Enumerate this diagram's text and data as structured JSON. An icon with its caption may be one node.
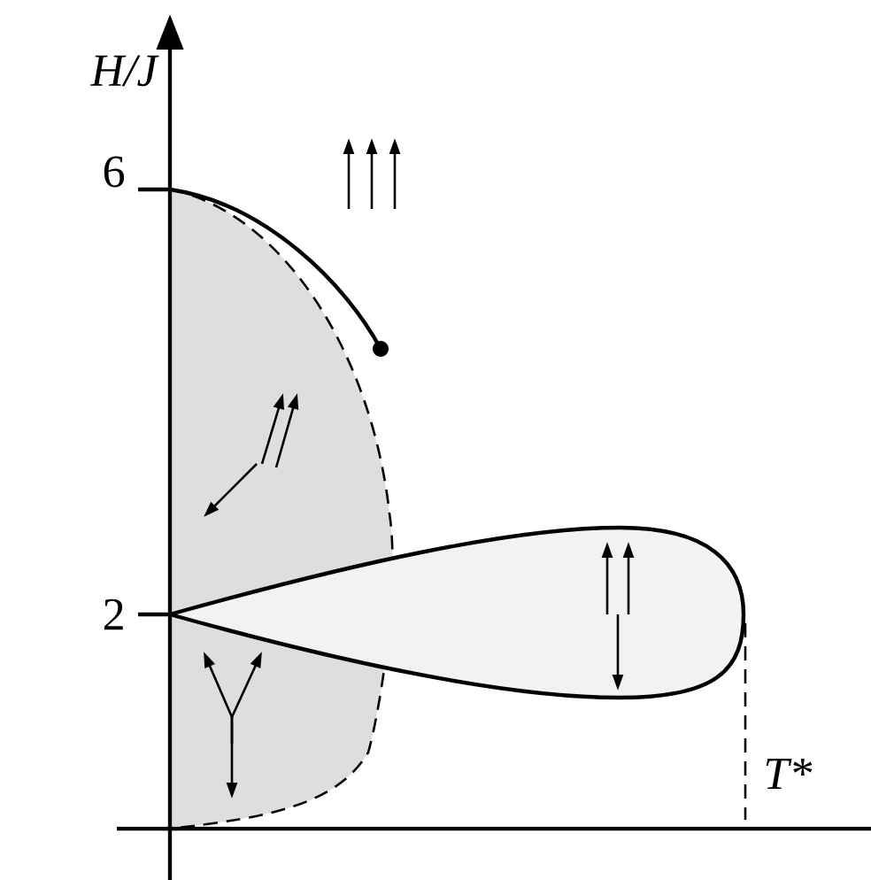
{
  "diagram": {
    "labels": [
      "H/J",
      "6",
      "2",
      "T*"
    ]
  }
}
